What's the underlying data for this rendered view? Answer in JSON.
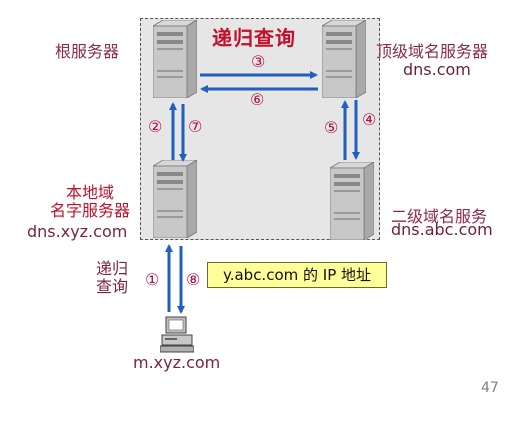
{
  "title": "递归查询",
  "servers": {
    "root": {
      "label": "根服务器"
    },
    "tld": {
      "label": "顶级域名服务器",
      "domain": "dns.com"
    },
    "local": {
      "label_line1": "本地域",
      "label_line2": "名字服务器",
      "domain": "dns.xyz.com"
    },
    "second": {
      "label": "二级域名服务",
      "domain": "dns.abc.com"
    }
  },
  "client": {
    "label_line1": "递归",
    "label_line2": "查询",
    "host": "m.xyz.com"
  },
  "steps": {
    "s1": "①",
    "s2": "②",
    "s3": "③",
    "s4": "④",
    "s5": "⑤",
    "s6": "⑥",
    "s7": "⑦",
    "s8": "⑧"
  },
  "answer_box": "y.abc.com 的 IP 地址",
  "page_number": "47",
  "colors": {
    "arrow": "#1f5fbf",
    "label": "#8b2a4b",
    "title": "#c0102a",
    "answer_bg": "#ffff99",
    "region_bg": "#e6e6e6"
  }
}
